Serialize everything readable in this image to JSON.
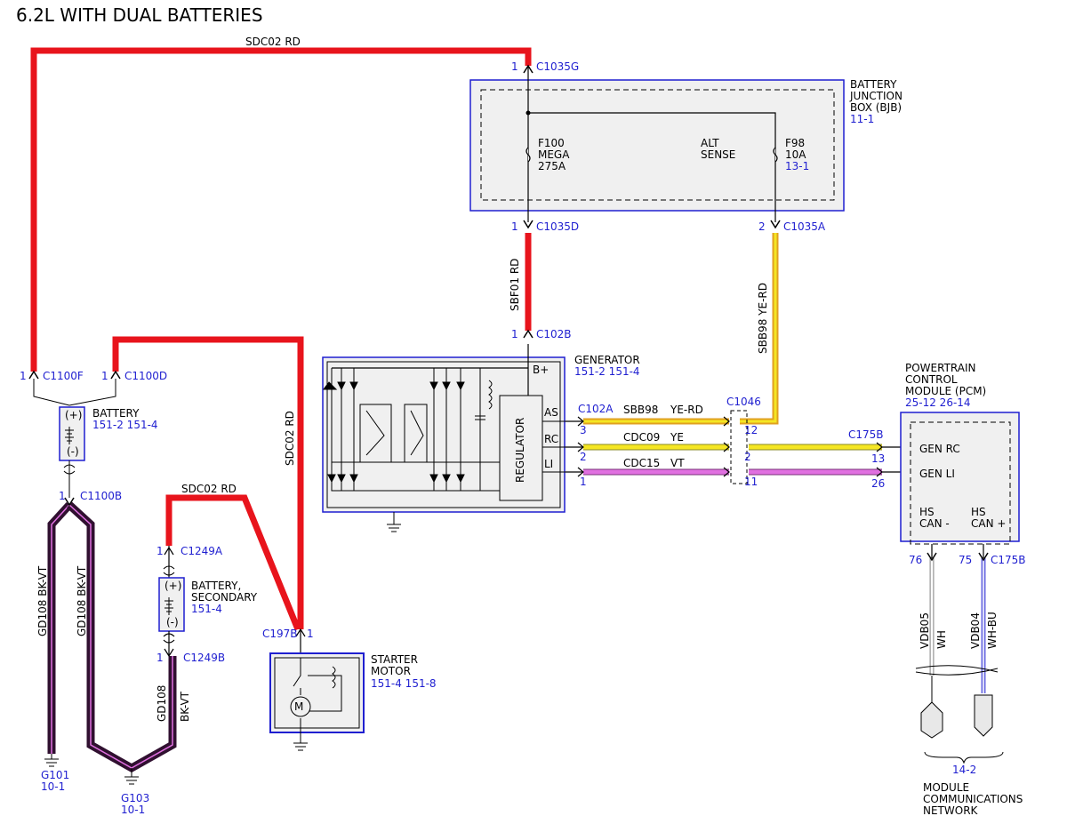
{
  "title": "6.2L WITH DUAL BATTERIES",
  "wires": {
    "sdc02_top": "SDC02   RD",
    "sdc02_vert": "SDC02   RD",
    "sdc02_left": "SDC02   RD",
    "sbf01": "SBF01   RD",
    "sbb98_vert": "SBB98   YE-RD",
    "sbb98": "SBB98",
    "sbb98_color": "YE-RD",
    "cdc09": "CDC09",
    "cdc09_color": "YE",
    "cdc15": "CDC15",
    "cdc15_color": "VT",
    "gd108_a": "GD108   BK-VT",
    "gd108_b": "GD108   BK-VT",
    "gd108_c": "GD108",
    "gd108_c_color": "BK-VT",
    "vdb05": "VDB05",
    "vdb05_color": "WH",
    "vdb04": "VDB04",
    "vdb04_color": "WH-BU"
  },
  "connectors": {
    "c1035g_pin": "1",
    "c1035g": "C1035G",
    "c1035d_pin": "1",
    "c1035d": "C1035D",
    "c1035a_pin": "2",
    "c1035a": "C1035A",
    "c102b_pin": "1",
    "c102b": "C102B",
    "c1100f_pin": "1",
    "c1100f": "C1100F",
    "c1100d_pin": "1",
    "c1100d": "C1100D",
    "c1100b_pin": "1",
    "c1100b": "C1100B",
    "c1249a_pin": "1",
    "c1249a": "C1249A",
    "c1249b_pin": "1",
    "c1249b": "C1249B",
    "c197b": "C197B",
    "c197b_pin": "1",
    "c102a": "C102A",
    "c1046": "C1046",
    "c175b_top": "C175B",
    "c175b_bot": "C175B",
    "pin_as": "3",
    "pin_rc": "2",
    "pin_li": "1",
    "mid_12": "12",
    "mid_2": "2",
    "mid_11": "11",
    "pcm_13": "13",
    "pcm_26": "26",
    "pin_76": "76",
    "pin_75": "75"
  },
  "bjb": {
    "name_1": "BATTERY",
    "name_2": "JUNCTION",
    "name_3": "BOX (BJB)",
    "ref": "11-1",
    "f100_1": "F100",
    "f100_2": "MEGA",
    "f100_3": "275A",
    "alt_1": "ALT",
    "alt_2": "SENSE",
    "f98_1": "F98",
    "f98_2": "10A",
    "f98_ref": "13-1"
  },
  "generator": {
    "name": "GENERATOR",
    "ref": "151-2 151-4",
    "b_plus": "B+",
    "as": "AS",
    "rc": "RC",
    "li": "LI",
    "regulator": "REGULATOR"
  },
  "pcm": {
    "name_1": "POWERTRAIN",
    "name_2": "CONTROL",
    "name_3": "MODULE (PCM)",
    "ref": "25-12 26-14",
    "gen_rc": "GEN RC",
    "gen_li": "GEN LI",
    "hs1": "HS",
    "can_minus": "CAN -",
    "hs2": "HS",
    "can_plus": "CAN +"
  },
  "battery": {
    "name": "BATTERY",
    "ref": "151-2 151-4",
    "plus": "(+)",
    "minus": "(-)"
  },
  "battery_secondary": {
    "name_1": "BATTERY,",
    "name_2": "SECONDARY",
    "ref": "151-4",
    "plus": "(+)",
    "minus": "(-)"
  },
  "starter": {
    "name_1": "STARTER",
    "name_2": "MOTOR",
    "ref": "151-4   151-8"
  },
  "grounds": {
    "g101": "G101",
    "g101_ref": "10-1",
    "g103": "G103",
    "g103_ref": "10-1"
  },
  "network": {
    "ref": "14-2",
    "name_1": "MODULE",
    "name_2": "COMMUNICATIONS",
    "name_3": "NETWORK"
  },
  "colors": {
    "red_wire": "#e8141c",
    "yellow_wire": "#f5e623",
    "orange_stripe": "#f0a020",
    "violet_wire": "#e070e0",
    "black_violet_wire": "#301030",
    "connector_blue": "#1f1fd0",
    "box_fill": "#f0f0f0"
  }
}
